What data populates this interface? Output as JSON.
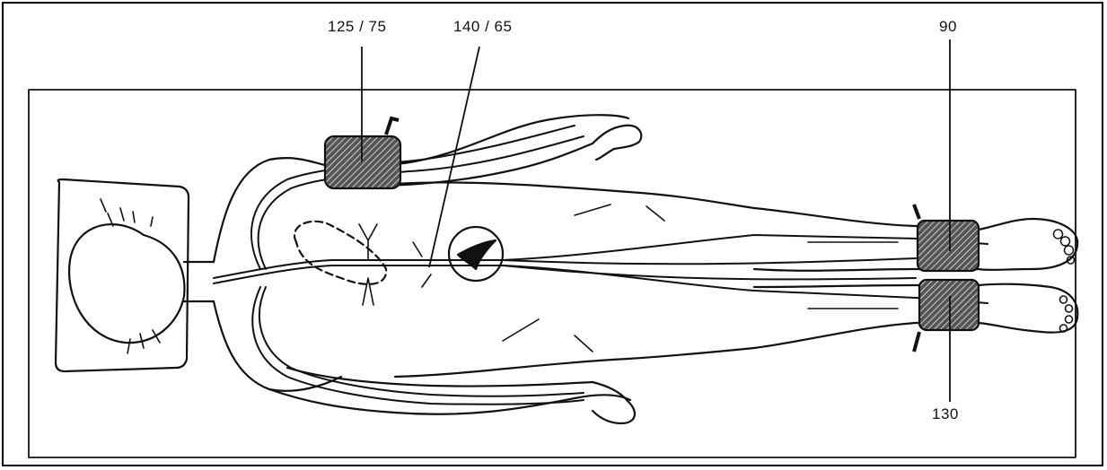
{
  "labels": {
    "left_arm_pressure": "125 / 75",
    "aorta_pressure": "140 / 65",
    "right_ankle_pressure": "90",
    "left_ankle_pressure": "130"
  },
  "colors": {
    "ink": "#111111",
    "background": "#ffffff"
  }
}
